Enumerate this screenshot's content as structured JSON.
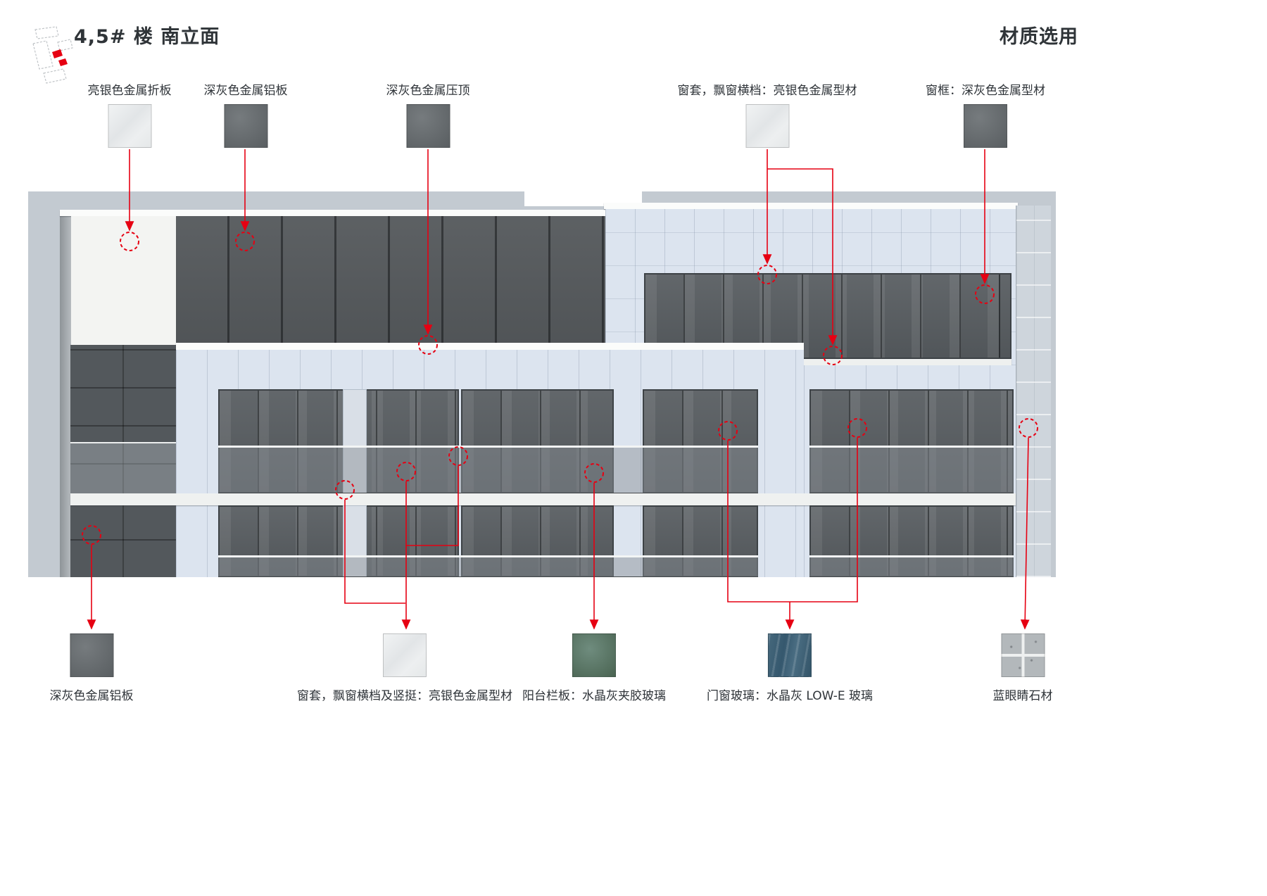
{
  "header": {
    "title_left": "4,5# 楼  南立面",
    "title_right": "材质选用"
  },
  "materials_top": [
    {
      "label": "亮银色金属折板",
      "finish": "bright-silver-metal"
    },
    {
      "label": "深灰色金属铝板",
      "finish": "dark-gray-metal-aluminum"
    },
    {
      "label": "深灰色金属压顶",
      "finish": "dark-gray-metal-coping"
    },
    {
      "label": "窗套，飘窗横档：亮银色金属型材",
      "finish": "bright-silver-metal-profile"
    },
    {
      "label": "窗框：深灰色金属型材",
      "finish": "dark-gray-metal-profile"
    }
  ],
  "materials_bottom": [
    {
      "label": "深灰色金属铝板",
      "finish": "dark-gray-metal-aluminum"
    },
    {
      "label": "窗套，飘窗横档及竖挺：亮银色金属型材",
      "finish": "bright-silver-metal-profile"
    },
    {
      "label": "阳台栏板：水晶灰夹胶玻璃",
      "finish": "crystal-gray-laminated-glass"
    },
    {
      "label": "门窗玻璃：水晶灰 LOW-E 玻璃",
      "finish": "crystal-gray-low-e-glass"
    },
    {
      "label": "蓝眼睛石材",
      "finish": "blue-eye-granite"
    }
  ],
  "colors": {
    "annotation_red": "#e60012",
    "facade_light_blue": "#dce4ef",
    "curtain_wall_dark": "#54585b",
    "backdrop_gray": "#c3cad1",
    "coping_white": "#fbfcfb"
  }
}
